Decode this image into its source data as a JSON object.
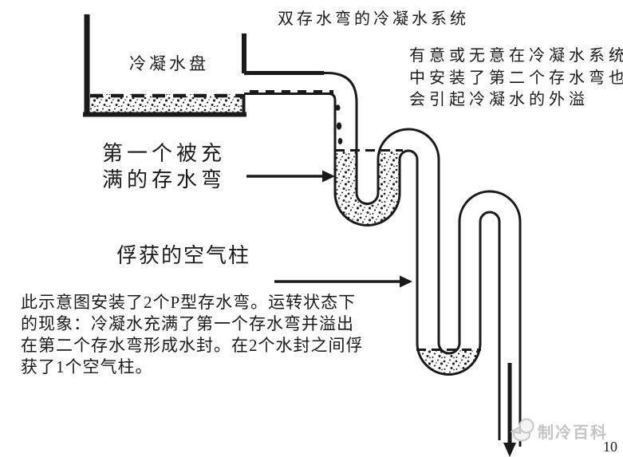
{
  "diagram": {
    "title": "双存水弯的冷凝水系统",
    "labels": {
      "pan": "冷凝水盘",
      "first_trap_line1": "第一个被充",
      "first_trap_line2": "满的存水弯",
      "air_column": "俘获的空气柱"
    },
    "note_right": {
      "lines": [
        "有意或无意在冷凝水系统",
        "中安装了第二个存水弯也",
        "会引起冷凝水的外溢"
      ]
    },
    "caption": {
      "lines": [
        "此示意图安装了2个P型存水弯。运转状态下",
        "的现象：冷凝水充满了第一个存水弯并溢出",
        "在第二个存水弯形成水封。在2个水封之间俘",
        "获了1个空气柱。"
      ]
    },
    "colors": {
      "ink": "#1a1a1a",
      "watermark": "#c3c3c3"
    }
  },
  "footer": {
    "watermark": "制冷百科",
    "page_number": "10"
  }
}
